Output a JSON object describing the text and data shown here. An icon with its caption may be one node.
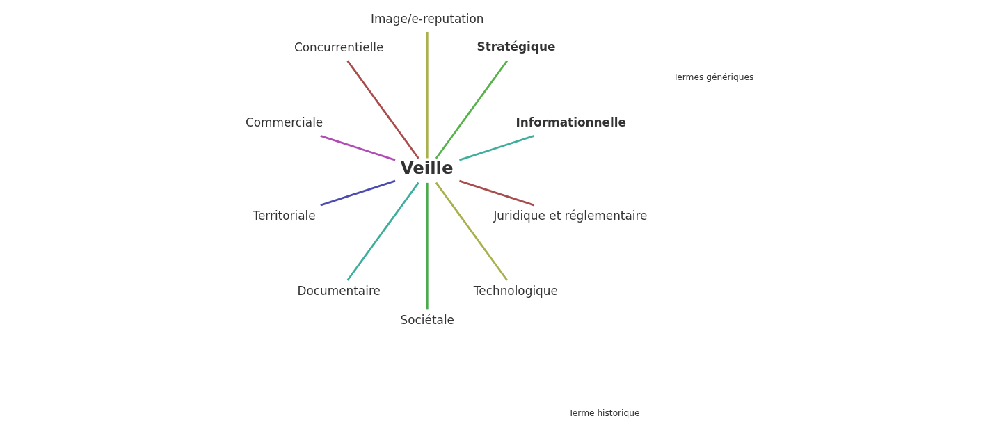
{
  "diagram": {
    "nodes": [
      {
        "text": [
          "Veille"
        ]
      },
      {
        "text": [
          "Informationnelle"
        ]
      },
      {
        "text": [
          "Stratégique"
        ]
      },
      {
        "text": [
          "Image/e-reputation"
        ]
      },
      {
        "text": [
          "Concurrentielle"
        ]
      },
      {
        "text": [
          "Commerciale"
        ]
      },
      {
        "text": [
          "Territoriale"
        ]
      },
      {
        "text": [
          "Documentaire"
        ]
      },
      {
        "text": [
          "Sociétale"
        ]
      },
      {
        "text": [
          "Technologique"
        ]
      },
      {
        "text": [
          "Juridique et réglementaire"
        ]
      }
    ],
    "edges": [
      {
        "from": 0,
        "to": 1,
        "arrow": "none",
        "color": "#3fae9c"
      },
      {
        "from": 0,
        "to": 2,
        "arrow": "none",
        "color": "#58b24c"
      },
      {
        "from": 0,
        "to": 3,
        "arrow": "none",
        "color": "#a9b04c"
      },
      {
        "from": 0,
        "to": 4,
        "arrow": "none",
        "color": "#a84c4c"
      },
      {
        "from": 0,
        "to": 5,
        "arrow": "none",
        "color": "#b04cb4"
      },
      {
        "from": 0,
        "to": 6,
        "arrow": "none",
        "color": "#4c4cb0"
      },
      {
        "from": 0,
        "to": 7,
        "arrow": "none",
        "color": "#3fae9c"
      },
      {
        "from": 0,
        "to": 8,
        "arrow": "none",
        "color": "#4caa4c"
      },
      {
        "from": 0,
        "to": 9,
        "arrow": "none",
        "color": "#a9b04c"
      },
      {
        "from": 0,
        "to": 10,
        "arrow": "none",
        "color": "#a84c4c"
      }
    ],
    "labels": [
      "Termes génériques",
      "Terme historique"
    ]
  }
}
